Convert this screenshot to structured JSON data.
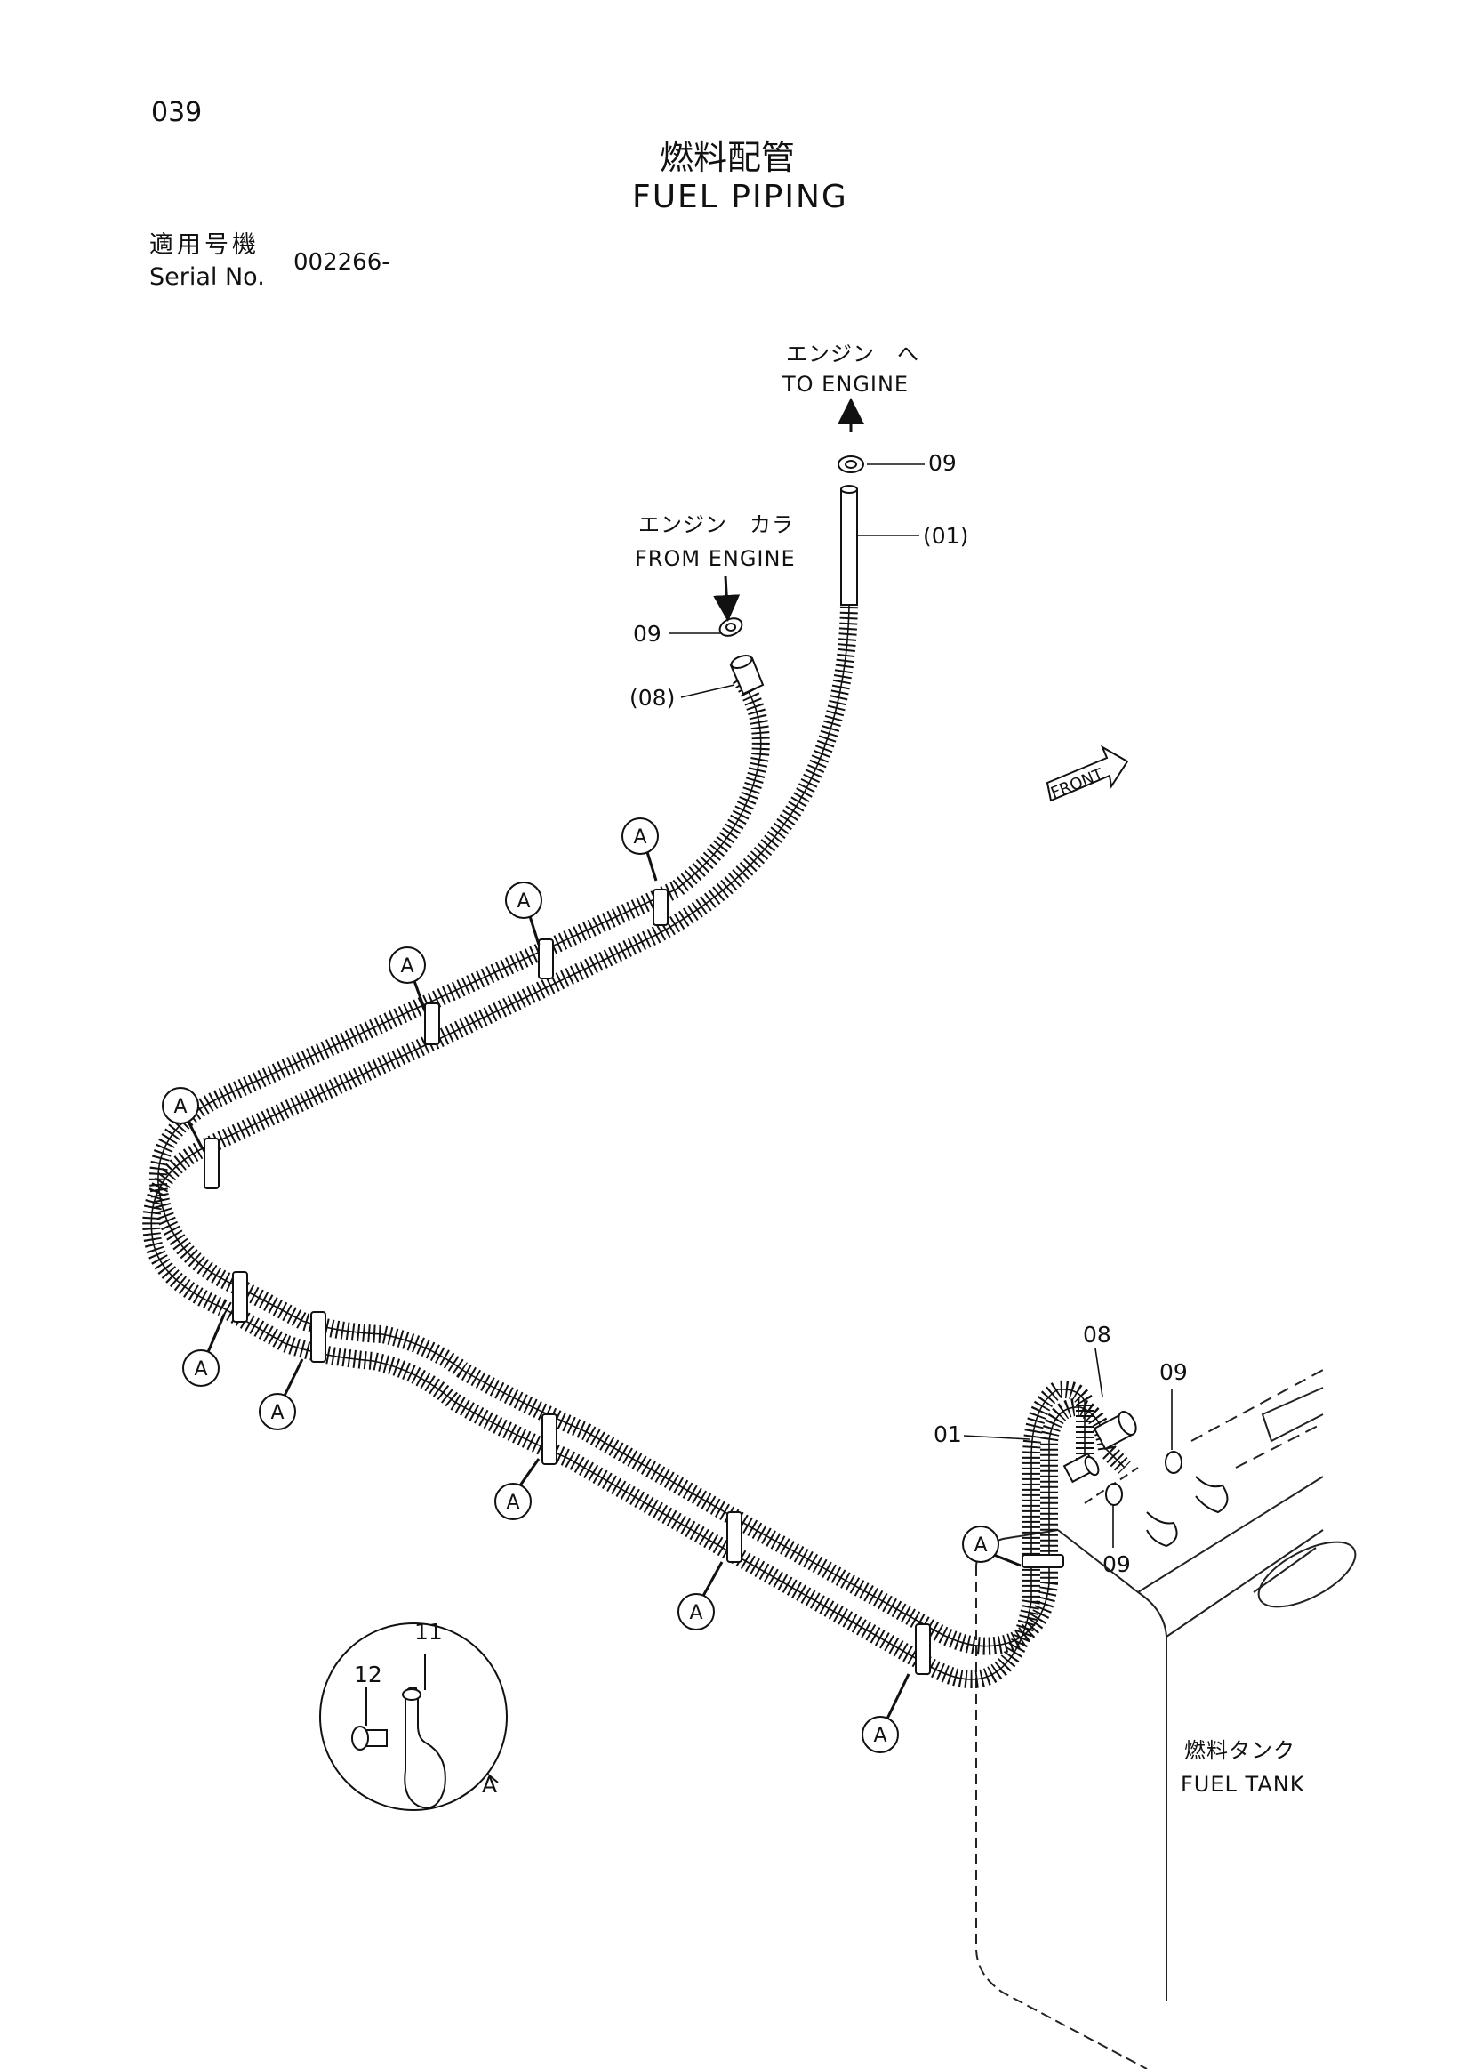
{
  "page_number": "039",
  "title_jp": "燃料配管",
  "title_en": "FUEL PIPING",
  "serial": {
    "label_jp": "適用号機",
    "label_en": "Serial No.",
    "value": "002266-"
  },
  "annotations": {
    "to_engine_jp": "エンジン　へ",
    "to_engine_en": "TO ENGINE",
    "from_engine_jp": "エンジン　カラ",
    "from_engine_en": "FROM ENGINE",
    "front": "FRONT",
    "fuel_tank_jp": "燃料タンク",
    "fuel_tank_en": "FUEL TANK"
  },
  "callouts": {
    "p09_top": "09",
    "p01_top": "(01)",
    "p09_mid": "09",
    "p08_mid": "(08)",
    "p08_tank": "08",
    "p09_tank_right": "09",
    "p01_tank": "01",
    "p09_tank_bottom": "09",
    "p11_detail": "11",
    "p12_detail": "12"
  },
  "clamp_label": "A",
  "detail_label": "A"
}
